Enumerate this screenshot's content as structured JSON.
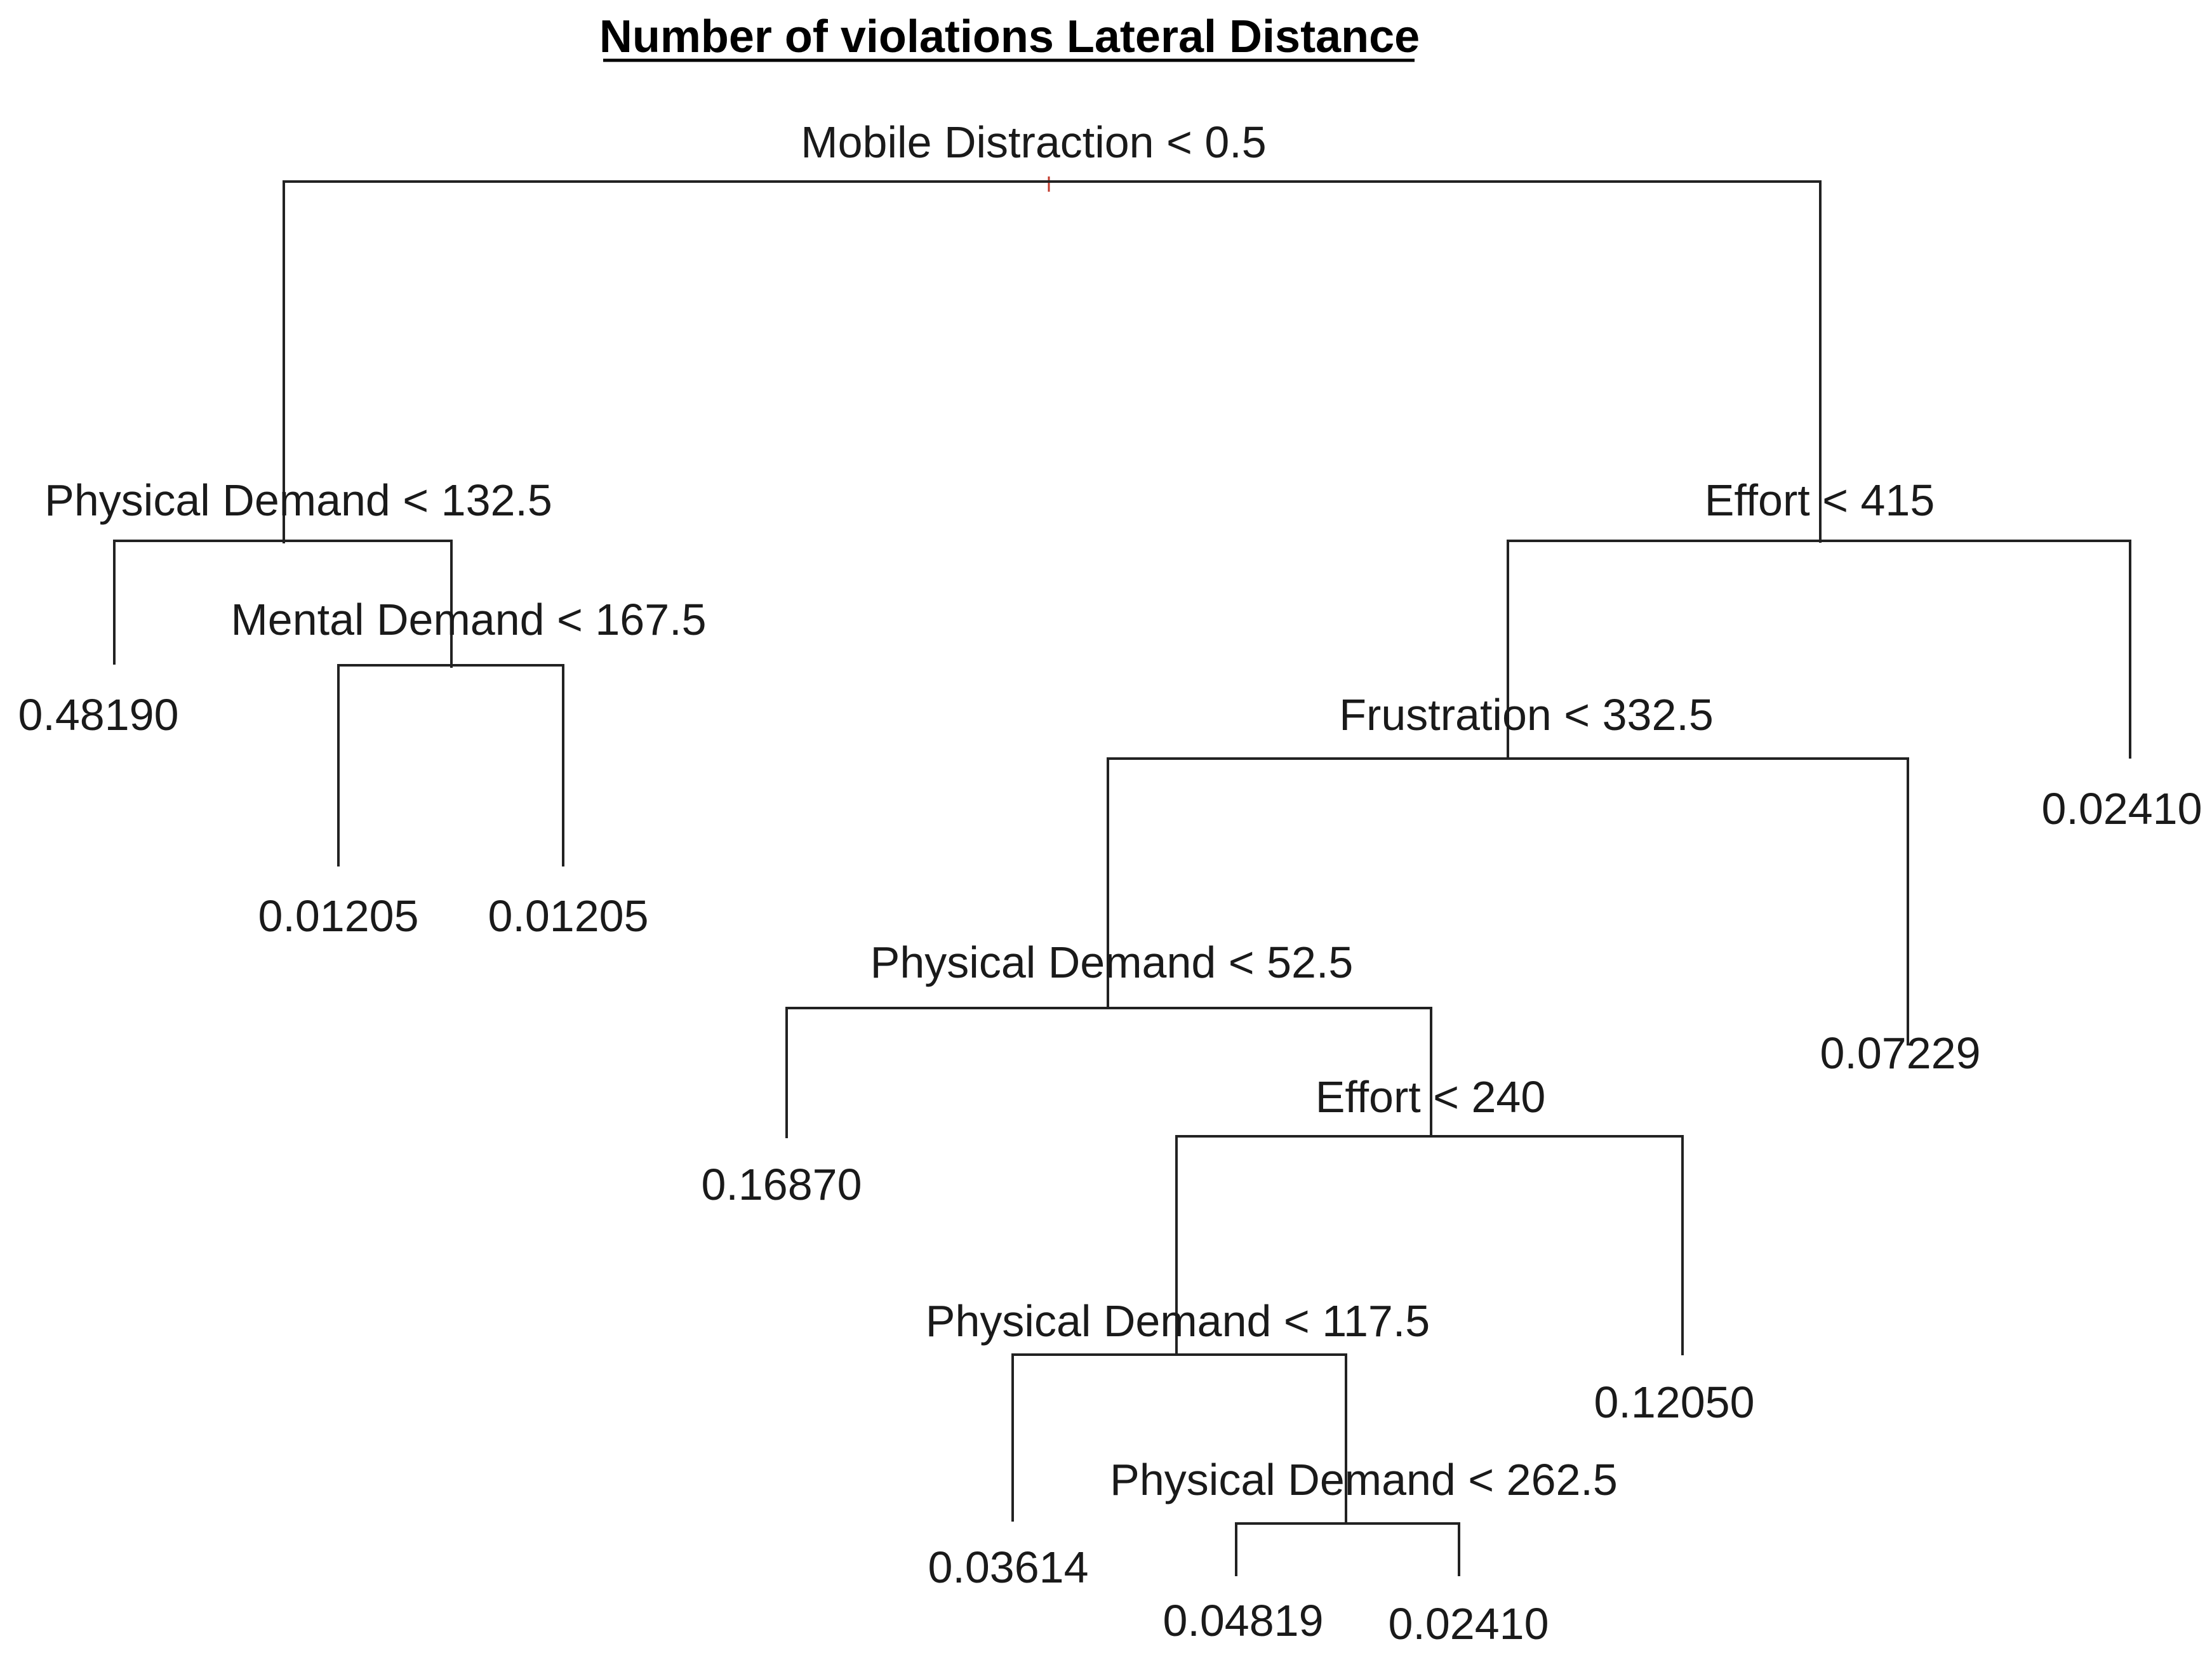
{
  "title": "Number of violations Lateral Distance",
  "nodes": {
    "n_root": "Mobile Distraction < 0.5",
    "n_pd1": "Physical Demand < 132.5",
    "n_md": "Mental Demand < 167.5",
    "n_eff1": "Effort < 415",
    "n_fru": "Frustration < 332.5",
    "n_pd2": "Physical Demand < 52.5",
    "n_eff2": "Effort < 240",
    "n_pd3": "Physical Demand  < 117.5",
    "n_pd4": "Physical Demand < 262.5"
  },
  "leaves": {
    "leaf_a": "0.48190",
    "leaf_b": "0.01205",
    "leaf_c": "0.01205",
    "leaf_d": "0.02410",
    "leaf_e": "0.07229",
    "leaf_f": "0.16870",
    "leaf_g": "0.12050",
    "leaf_h": "0.03614",
    "leaf_i": "0.04819",
    "leaf_j": "0.02410"
  },
  "colors": {
    "line": "#222222",
    "text": "#1a1a1a",
    "root_tick": "#c0392b"
  }
}
